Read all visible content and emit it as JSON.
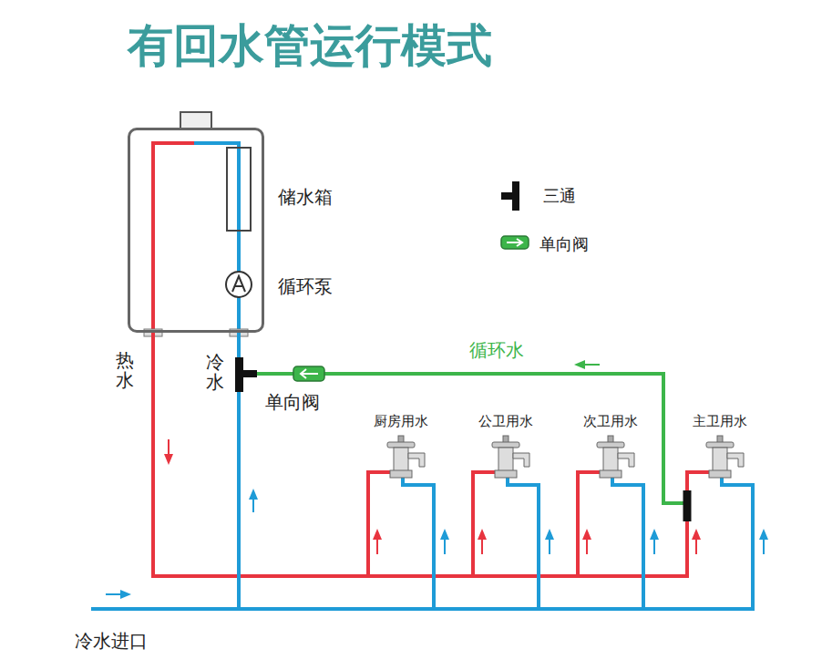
{
  "diagram": {
    "title": "有回水管运行模式",
    "nodes": [
      {
        "text": [
          "储水箱",
          "循环泵"
        ]
      },
      {
        "text": [
          "厨房用水"
        ]
      },
      {
        "text": [
          "公卫用水"
        ]
      },
      {
        "text": [
          "次卫用水"
        ]
      },
      {
        "text": [
          "主卫用水"
        ]
      }
    ],
    "edges": [
      {
        "from": 0,
        "to": 1,
        "arrow": "none"
      },
      {
        "from": 0,
        "to": 2,
        "arrow": "none"
      },
      {
        "from": 0,
        "to": 3,
        "arrow": "none"
      },
      {
        "from": 0,
        "to": 4,
        "arrow": "none"
      },
      {
        "from": 0,
        "to": 1,
        "arrow": "none"
      },
      {
        "from": 0,
        "to": 2,
        "arrow": "none"
      },
      {
        "from": 0,
        "to": 3,
        "arrow": "none"
      },
      {
        "from": 0,
        "to": 4,
        "arrow": "none"
      },
      {
        "from": 4,
        "to": 0,
        "label": "循环水",
        "arrow": "none"
      }
    ],
    "labels": [
      "热水",
      "冷水",
      "单向阀",
      "冷水进口"
    ],
    "legend": [
      {
        "text": "三通"
      },
      {
        "text": "单向阀"
      }
    ]
  }
}
